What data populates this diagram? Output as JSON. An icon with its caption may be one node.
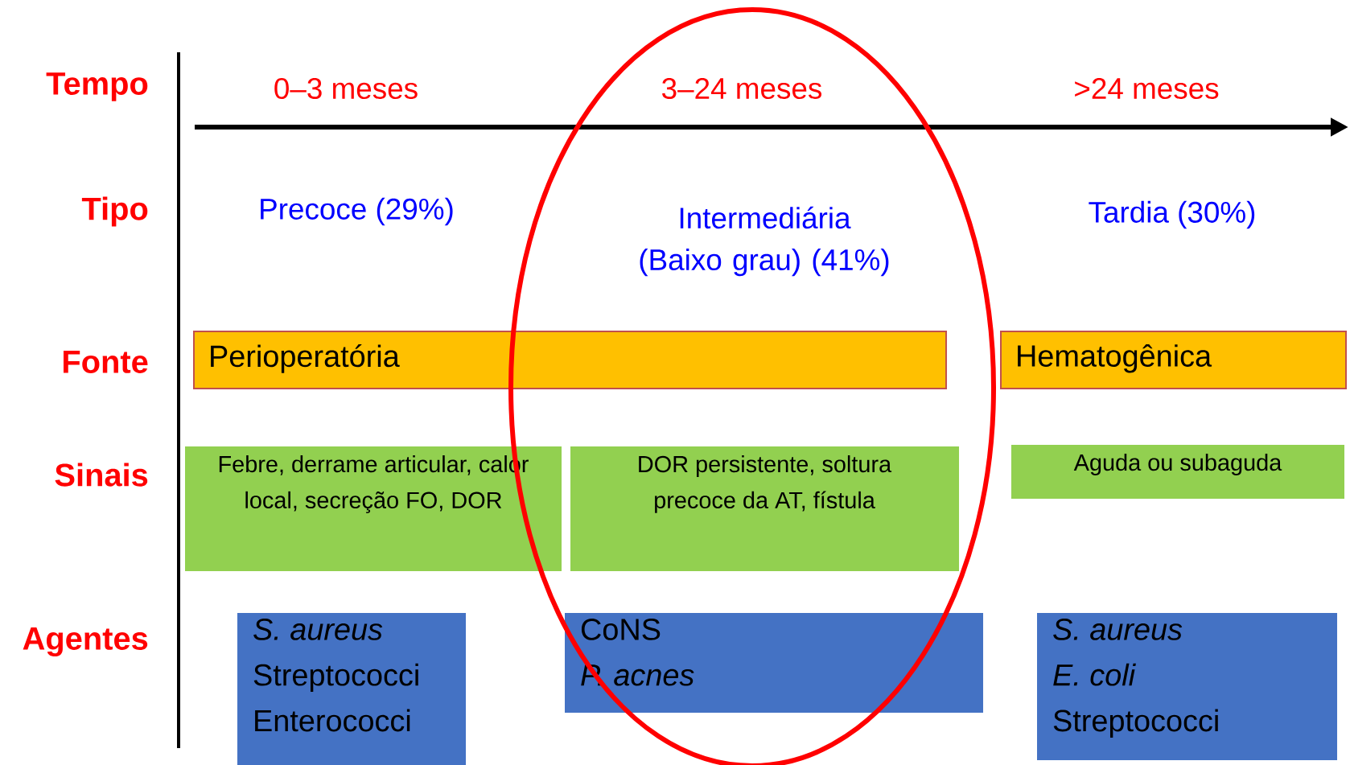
{
  "diagram": {
    "nodes": [
      {
        "text": [
          "Perioperatória"
        ]
      },
      {
        "text": [
          "Hematogênica"
        ]
      },
      {
        "text": [
          "Febre, derrame articular, calor local, secreção FO, DOR"
        ]
      },
      {
        "text": [
          "DOR persistente, soltura precoce da AT, fístula"
        ]
      },
      {
        "text": [
          "Aguda ou subaguda"
        ]
      },
      {
        "text": [
          "*S. aureus*",
          "Streptococci",
          "Enterococci"
        ]
      },
      {
        "text": [
          "CoNS",
          "*P. acnes*"
        ]
      },
      {
        "text": [
          "*S. aureus*",
          "*E. coli*",
          "Streptococci"
        ]
      }
    ],
    "labels": [
      "Tempo",
      "0–3 meses",
      "3–24 meses",
      ">24 meses",
      "Tipo",
      "Precoce (29%)",
      "Intermediária (Baixo grau) (41%)",
      "Tardia (30%)",
      "Fonte",
      "Sinais",
      "Agentes"
    ]
  }
}
